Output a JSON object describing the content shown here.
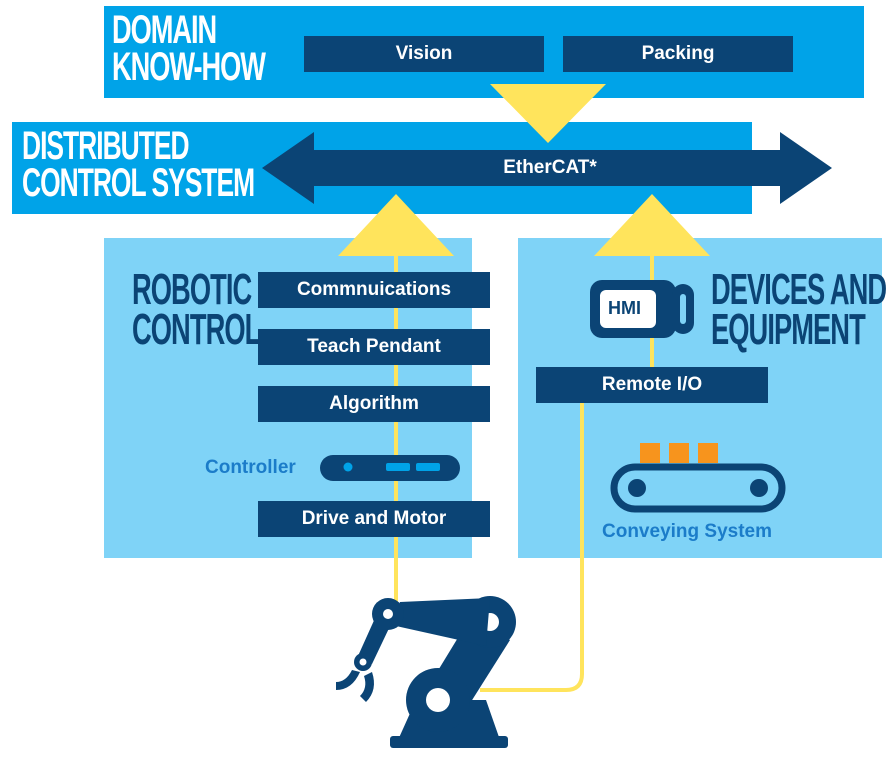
{
  "domain_knowhow": {
    "title_line1": "DOMAIN",
    "title_line2": "KNOW-HOW",
    "items": [
      "Vision",
      "Packing"
    ]
  },
  "distributed_control": {
    "title_line1": "DISTRIBUTED",
    "title_line2": "CONTROL SYSTEM",
    "bus_label": "EtherCAT*"
  },
  "robotic_control": {
    "title_line1": "ROBOTIC",
    "title_line2": "CONTROL",
    "stack": [
      "Commnuications",
      "Teach Pendant",
      "Algorithm"
    ],
    "controller_label": "Controller",
    "drive_label": "Drive and Motor"
  },
  "devices_equipment": {
    "title_line1": "DEVICES AND",
    "title_line2": "EQUIPMENT",
    "hmi_label": "HMI",
    "remote_io_label": "Remote I/O",
    "conveyor_label": "Conveying System"
  },
  "colors": {
    "band_blue": "#00a3e8",
    "panel_light_blue": "#7fd3f7",
    "navy": "#0b4475",
    "yellow": "#ffe45c",
    "orange": "#f7941d",
    "caption_blue": "#1b7cc9"
  }
}
